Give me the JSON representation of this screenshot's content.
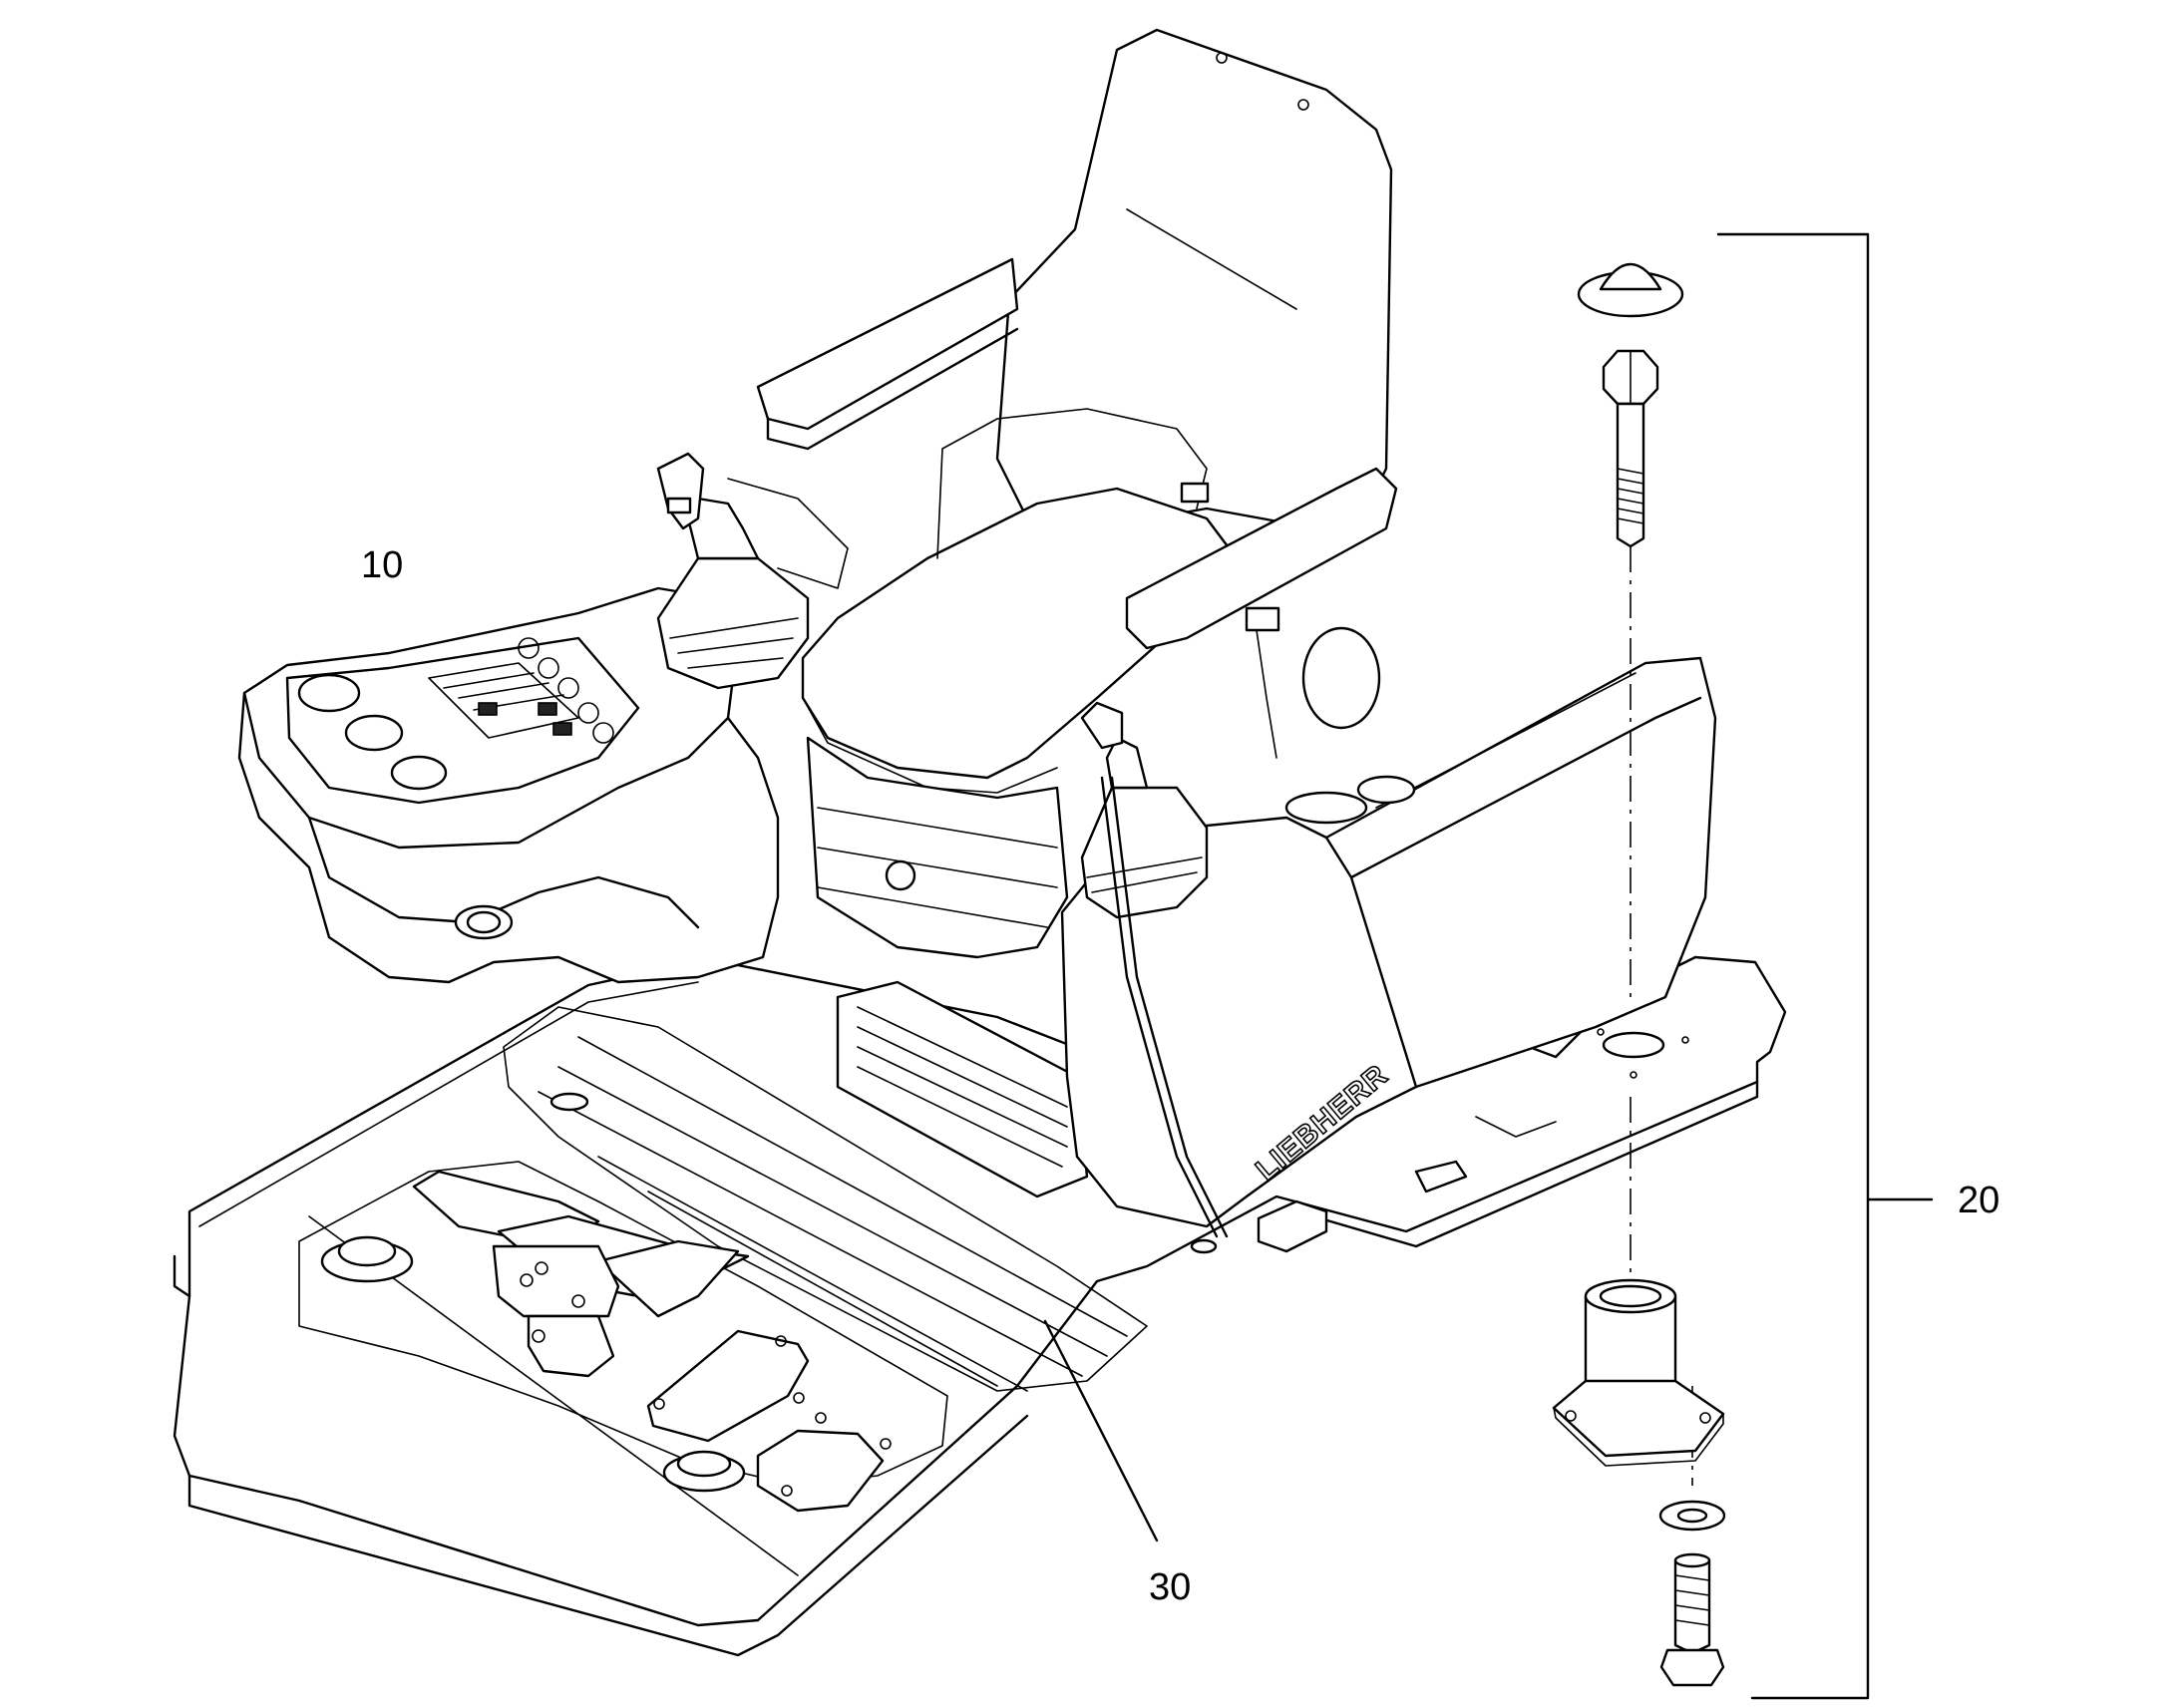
{
  "callouts": {
    "c10": "10",
    "c20": "20",
    "c30": "30"
  },
  "brand_text": "LIEBHERR",
  "colors": {
    "line": "#000000",
    "background": "#ffffff"
  }
}
